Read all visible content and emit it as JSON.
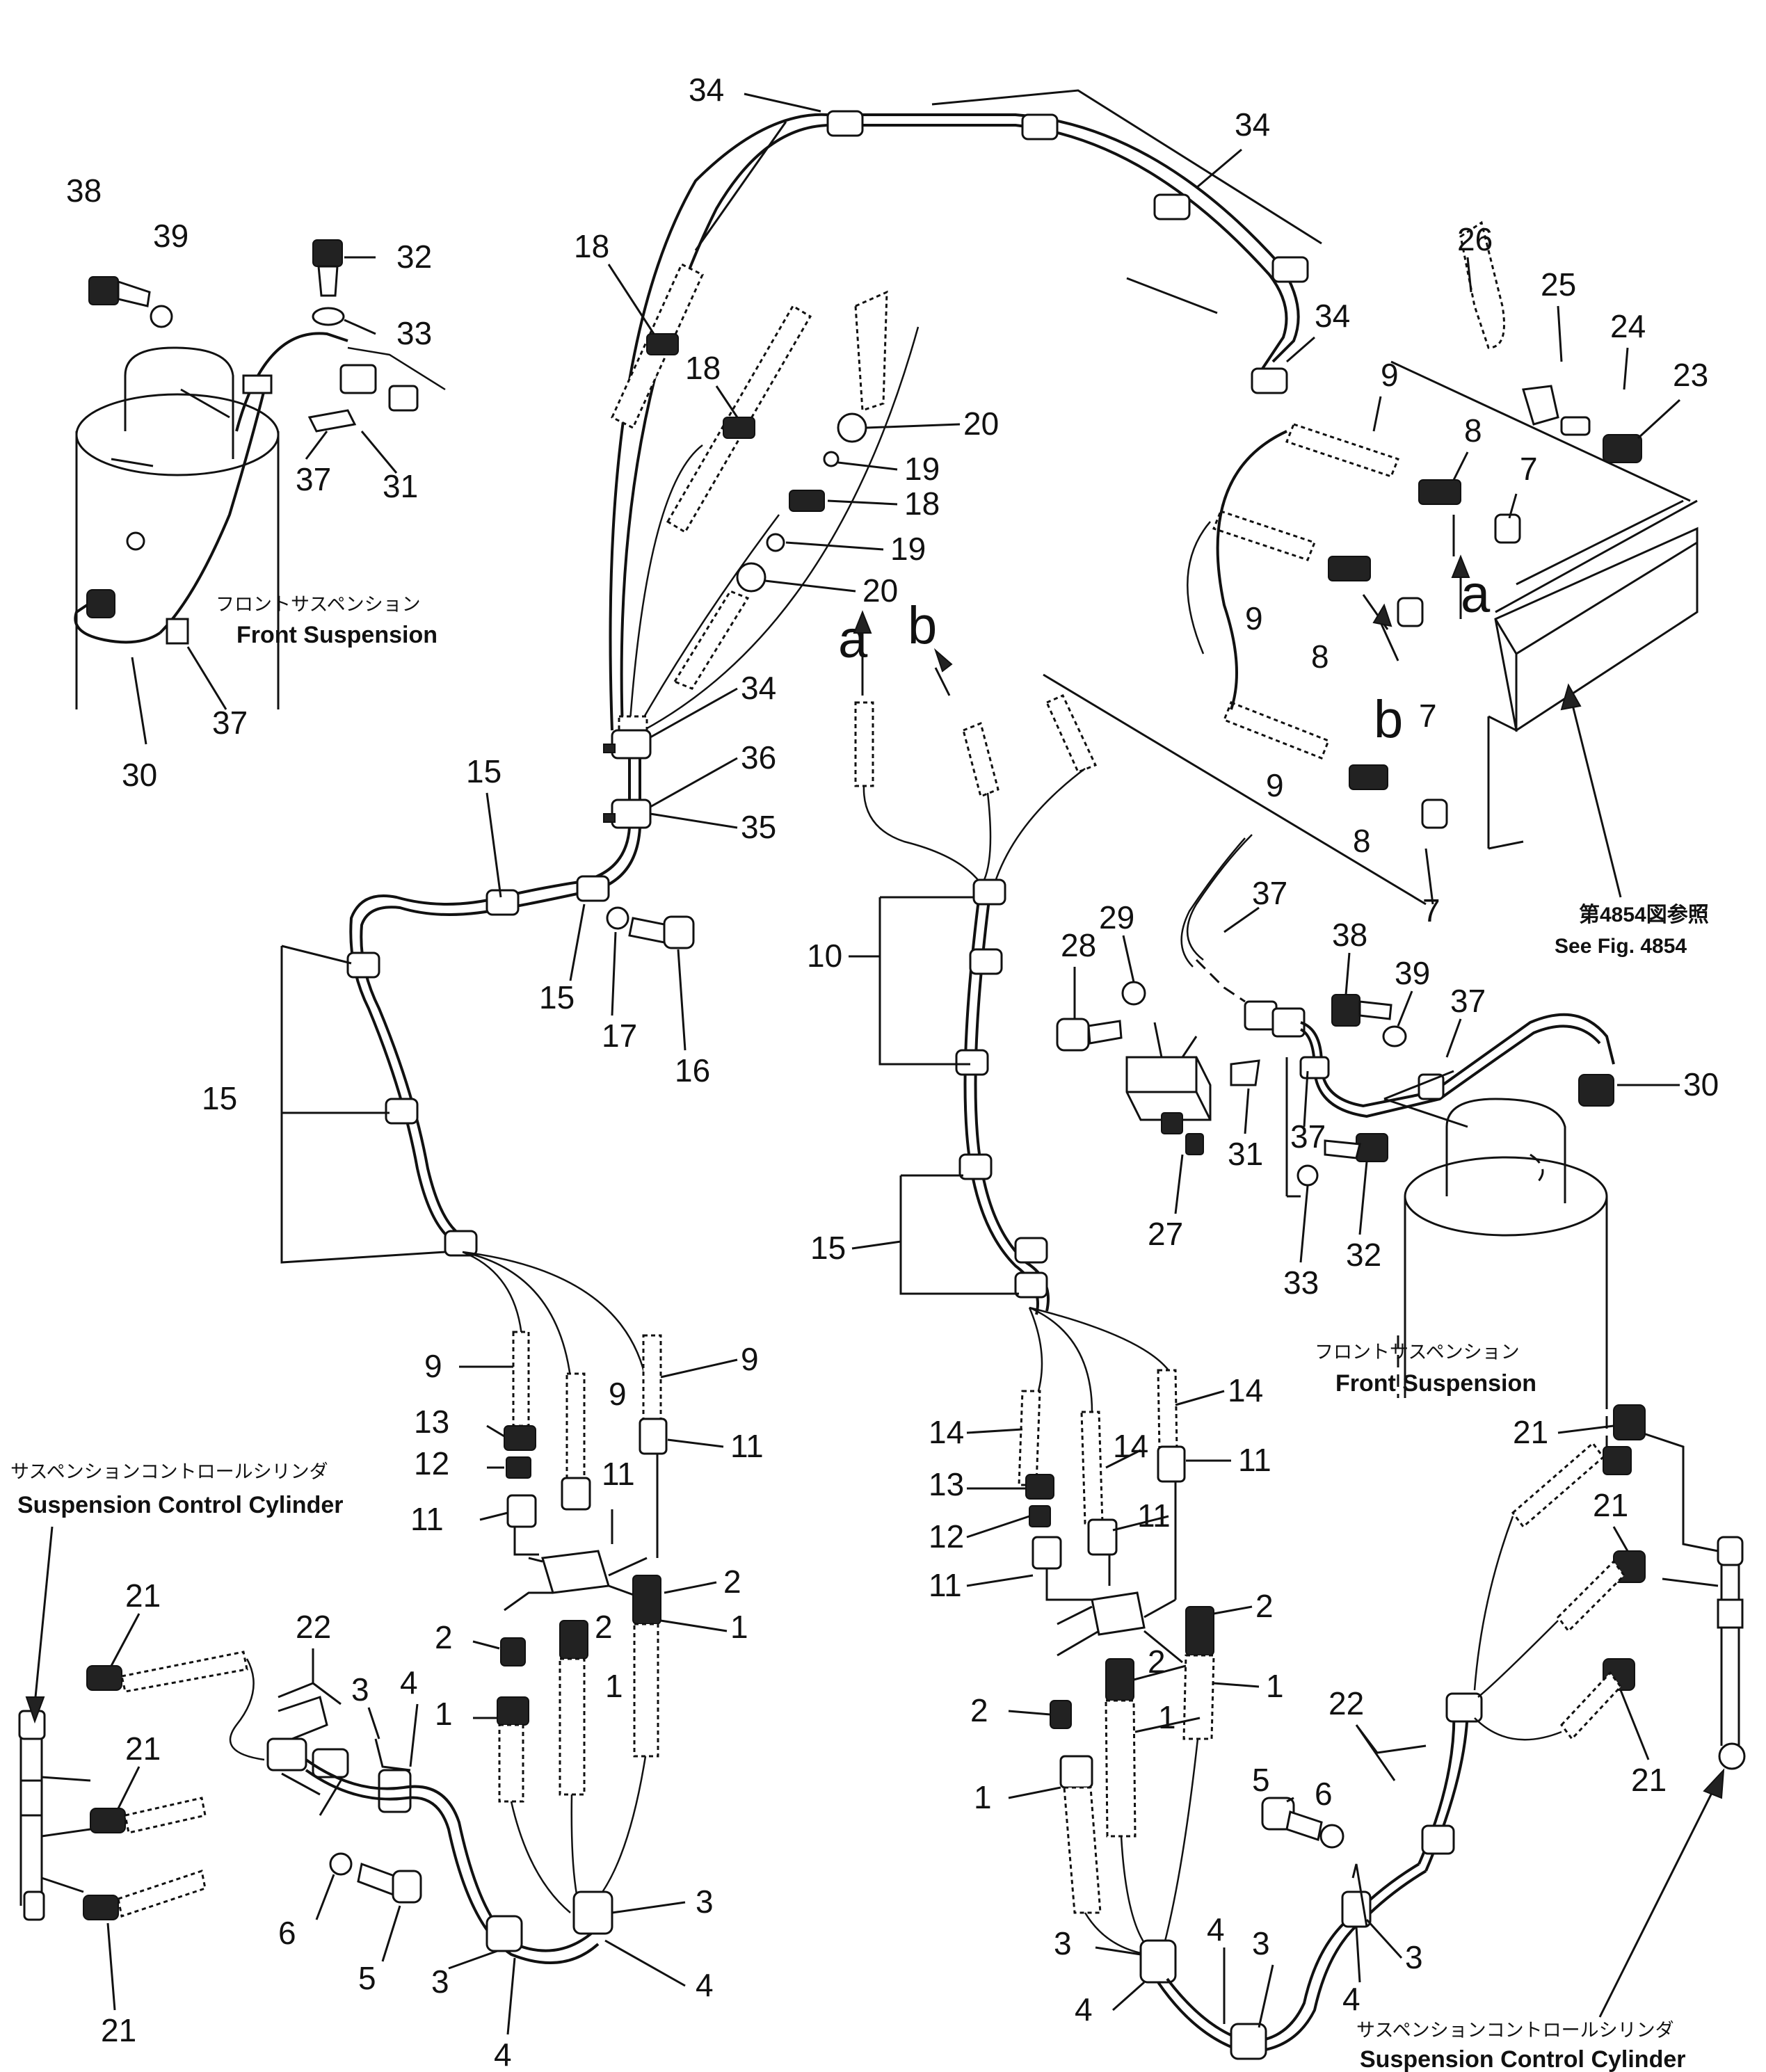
{
  "callouts": {
    "c38": "38",
    "c39": "39",
    "c32": "32",
    "c33": "33",
    "c37": "37",
    "c31": "31",
    "c30": "30",
    "c18": "18",
    "c20": "20",
    "c19": "19",
    "c34": "34",
    "c36": "36",
    "c35": "35",
    "c15": "15",
    "c16": "16",
    "c17": "17",
    "c9": "9",
    "c13": "13",
    "c12": "12",
    "c11": "11",
    "c2": "2",
    "c1": "1",
    "c21": "21",
    "c22": "22",
    "c3": "3",
    "c4": "4",
    "c5": "5",
    "c6": "6",
    "c26": "26",
    "c25": "25",
    "c24": "24",
    "c23": "23",
    "c8": "8",
    "c7": "7",
    "c10": "10",
    "c14": "14",
    "c28": "28",
    "c29": "29",
    "c27": "27"
  },
  "letters": {
    "a": "a",
    "b": "b"
  },
  "captions": {
    "front_suspension_jp": "フロントサスペンション",
    "front_suspension_en": "Front Suspension",
    "control_cylinder_jp": "サスペンションコントロールシリンダ",
    "control_cylinder_en": "Suspension Control Cylinder",
    "fig_ref_jp": "第4854図参照",
    "fig_ref_en": "See Fig. 4854"
  },
  "colors": {
    "ink": "#111111",
    "paper": "#ffffff"
  }
}
